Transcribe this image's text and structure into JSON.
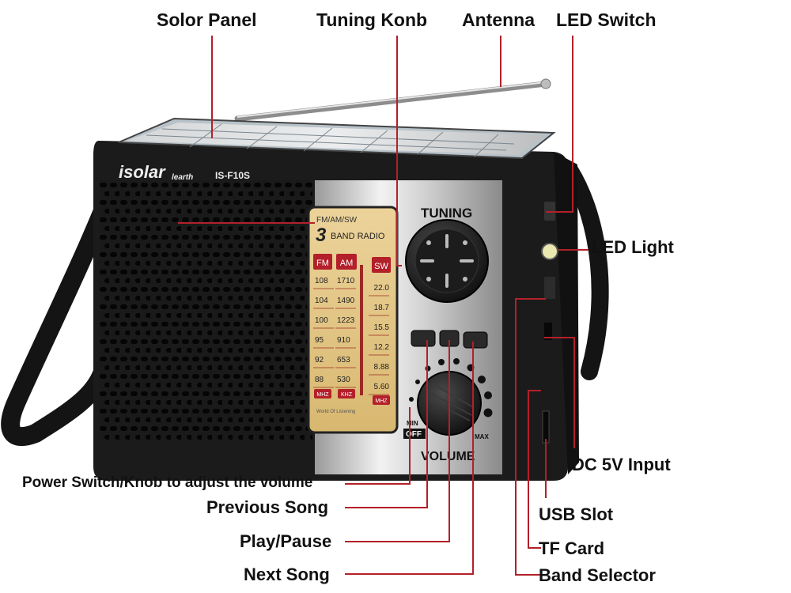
{
  "labels": {
    "solar_panel": "Solor Panel",
    "tuning_knob": "Tuning Konb",
    "antenna": "Antenna",
    "led_switch": "LED Switch",
    "led_light": "LED Light",
    "dc_input": "DC 5V Input",
    "usb_slot": "USB Slot",
    "tf_card": "TF Card",
    "band_selector": "Band Selector",
    "power_switch": "Power Switch/Knob to adjust the volume",
    "previous_song": "Previous Song",
    "play_pause": "Play/Pause",
    "next_song": "Next Song"
  },
  "radio": {
    "brand": "isolar",
    "brand_suffix": "learth",
    "model": "IS-F10S",
    "tuning_text": "TUNING",
    "volume_text": "VOLUME",
    "min_text": "MIN",
    "off_text": "OFF",
    "max_text": "MAX",
    "band_line": "FM/AM/SW",
    "band_number": "3",
    "band_radio": "BAND RADIO",
    "fm": "FM",
    "am": "AM",
    "sw": "SW",
    "fm_freqs": [
      "108",
      "104",
      "100",
      "95",
      "92",
      "88"
    ],
    "am_freqs": [
      "1710",
      "1490",
      "1223",
      "910",
      "653",
      "530"
    ],
    "sw_freqs": [
      "22.0",
      "18.7",
      "15.5",
      "12.2",
      "8.88",
      "5.60"
    ],
    "unit_fm": "MHZ",
    "unit_am": "KHZ",
    "unit_sw": "MHZ",
    "dial_footer": "World Of Listening"
  },
  "colors": {
    "leader_line": "#b3202a",
    "body": "#1b1b1b",
    "dial_bg": "#e4c98a",
    "band_tag": "#b3202a",
    "strap": "#141414"
  }
}
